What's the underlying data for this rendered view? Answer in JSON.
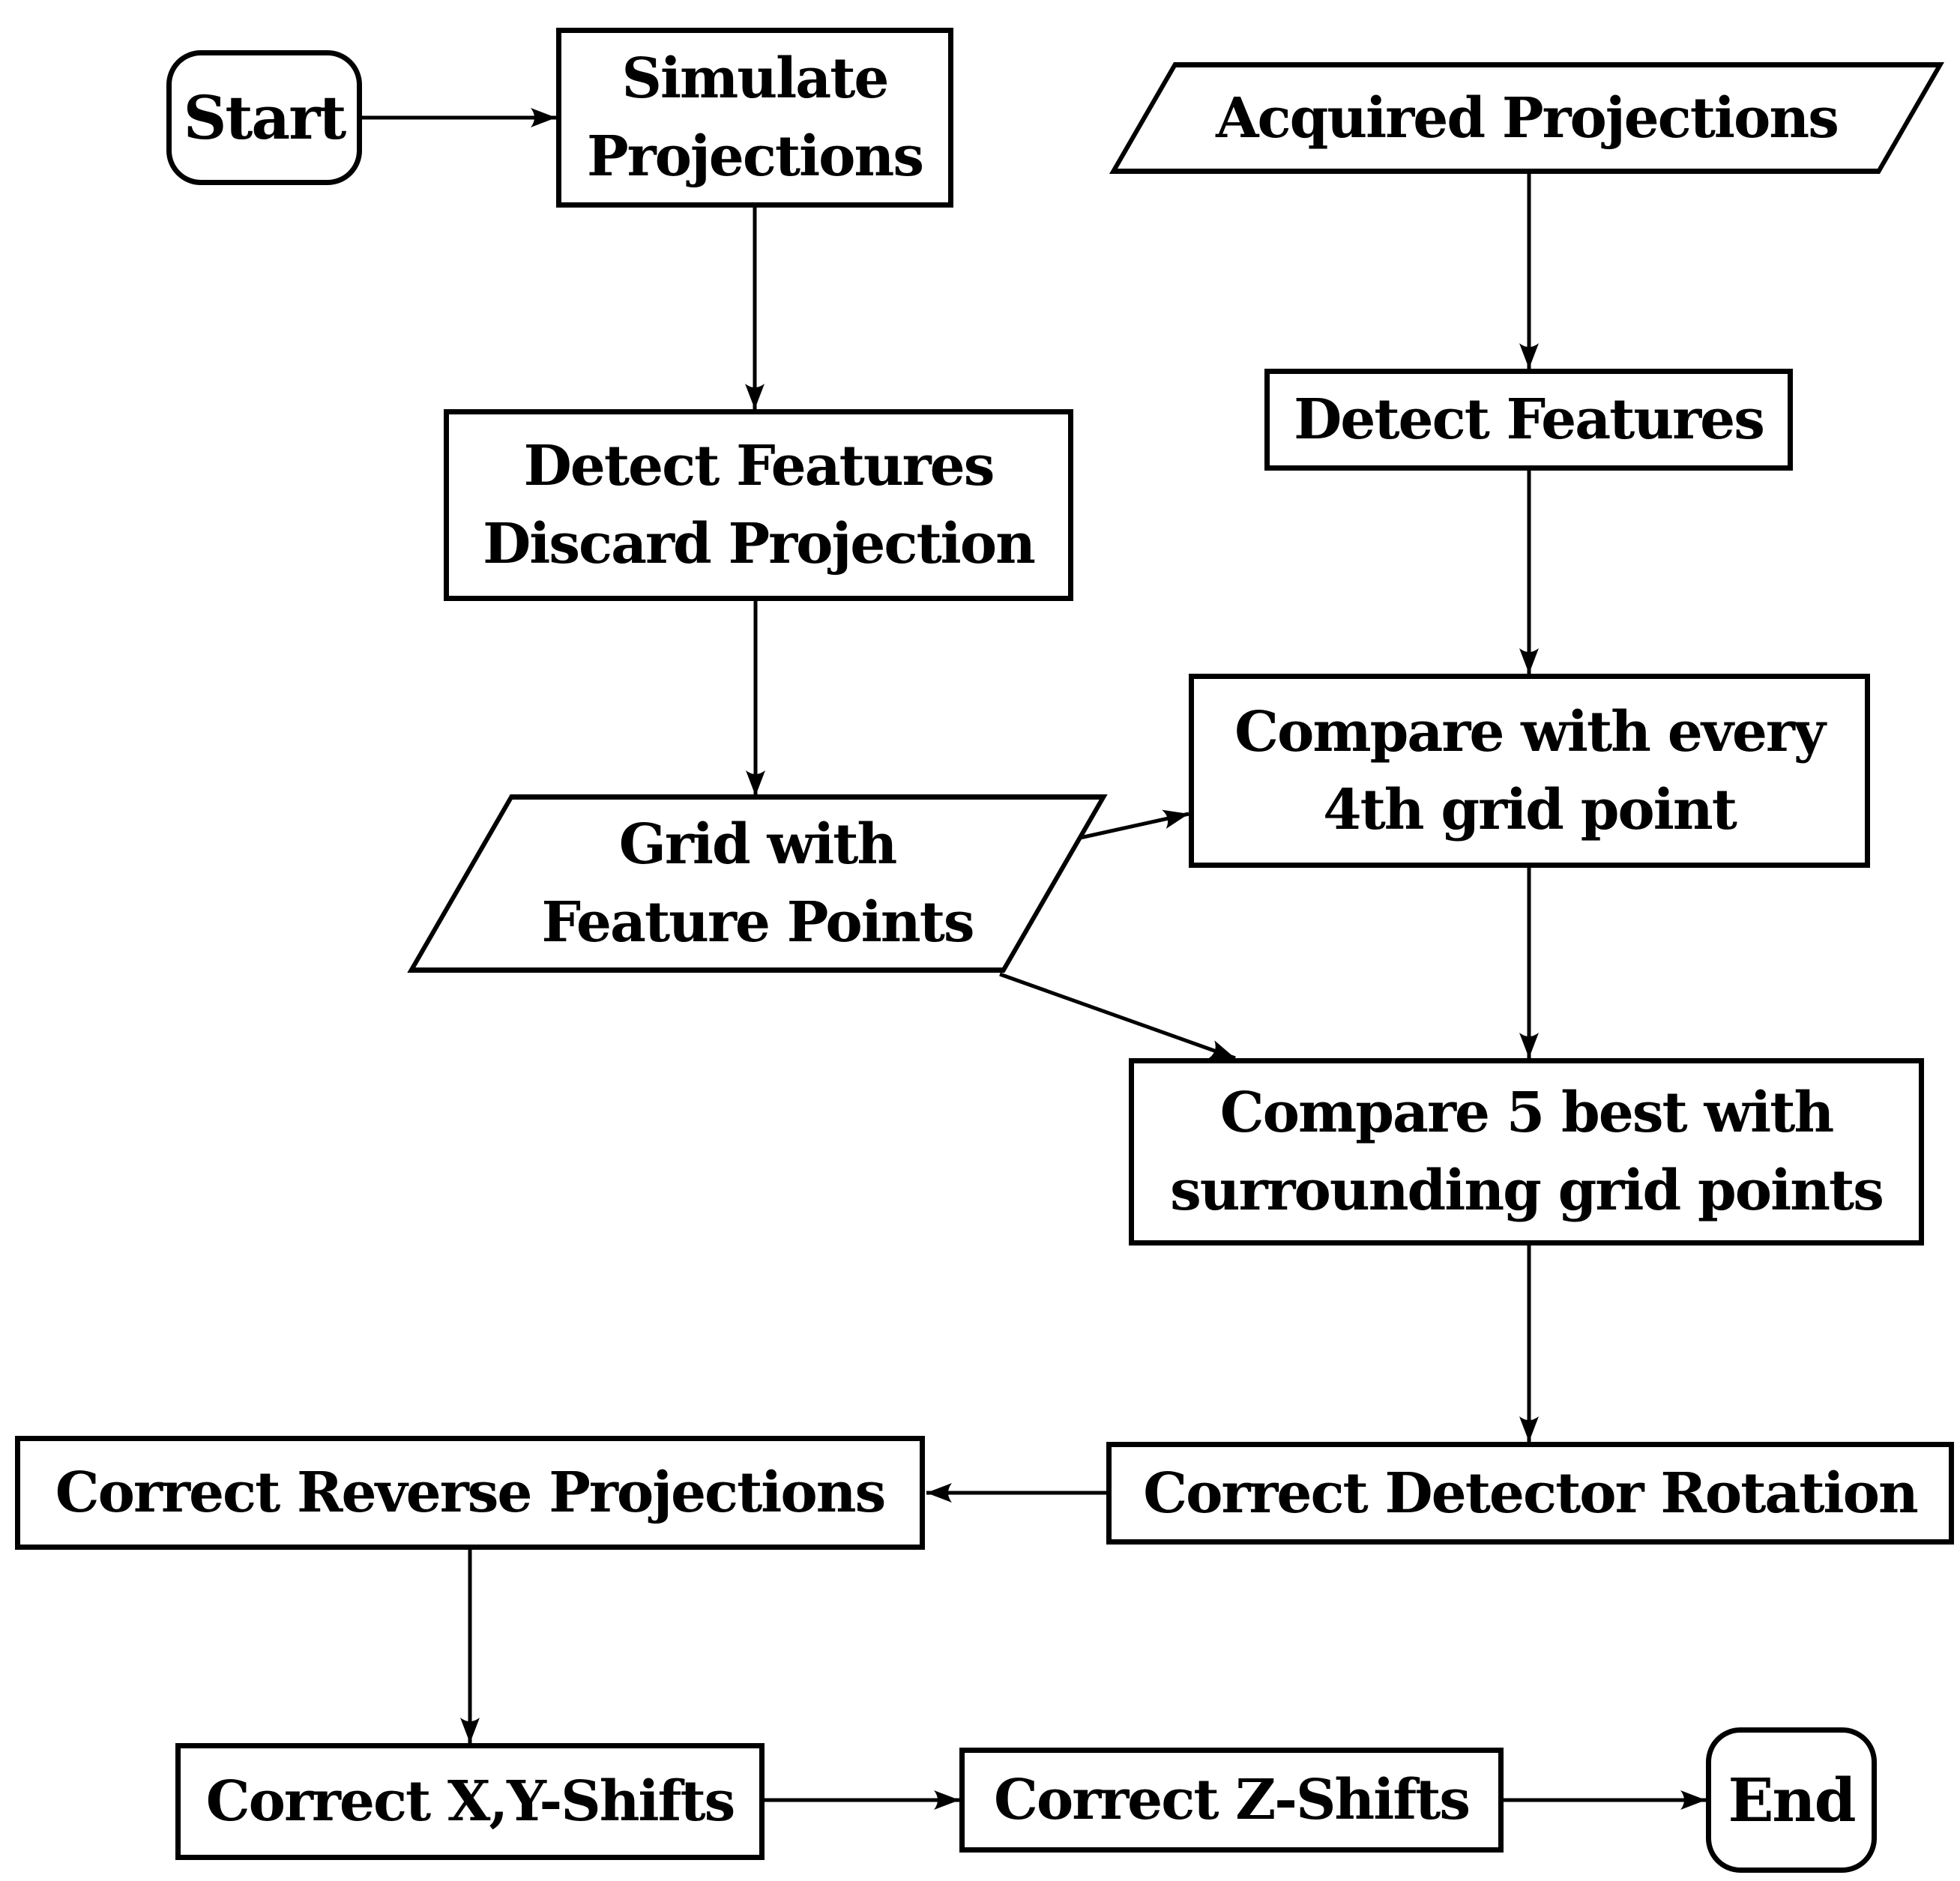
{
  "diagram": {
    "type": "flowchart",
    "background_color": "#ffffff",
    "stroke_color": "#000000",
    "nodes": {
      "start": {
        "label": "Start",
        "shape": "terminator"
      },
      "simulate": {
        "label": "Simulate\nProjections",
        "shape": "process"
      },
      "acquired": {
        "label": "Acquired Projections",
        "shape": "data-parallelogram"
      },
      "detect_discard": {
        "label": "Detect Features\nDiscard Projection",
        "shape": "process"
      },
      "detect_features": {
        "label": "Detect Features",
        "shape": "process"
      },
      "compare_4th": {
        "label": "Compare with every\n4th grid point",
        "shape": "process"
      },
      "grid_points": {
        "label": "Grid with\nFeature Points",
        "shape": "data-parallelogram"
      },
      "compare_5_best": {
        "label": "Compare 5 best with\nsurrounding grid points",
        "shape": "process"
      },
      "correct_rotation": {
        "label": "Correct Detector Rotation",
        "shape": "process"
      },
      "correct_reverse": {
        "label": "Correct Reverse Projections",
        "shape": "process"
      },
      "correct_xy": {
        "label": "Correct X,Y-Shifts",
        "shape": "process"
      },
      "correct_z": {
        "label": "Correct Z-Shifts",
        "shape": "process"
      },
      "end": {
        "label": "End",
        "shape": "terminator"
      }
    },
    "edges": [
      {
        "from": "start",
        "to": "simulate"
      },
      {
        "from": "simulate",
        "to": "detect_discard"
      },
      {
        "from": "acquired",
        "to": "detect_features"
      },
      {
        "from": "detect_discard",
        "to": "grid_points"
      },
      {
        "from": "detect_features",
        "to": "compare_4th"
      },
      {
        "from": "grid_points",
        "to": "compare_4th"
      },
      {
        "from": "grid_points",
        "to": "compare_5_best"
      },
      {
        "from": "compare_4th",
        "to": "compare_5_best"
      },
      {
        "from": "compare_5_best",
        "to": "correct_rotation"
      },
      {
        "from": "correct_rotation",
        "to": "correct_reverse"
      },
      {
        "from": "correct_reverse",
        "to": "correct_xy"
      },
      {
        "from": "correct_xy",
        "to": "correct_z"
      },
      {
        "from": "correct_z",
        "to": "end"
      }
    ]
  }
}
